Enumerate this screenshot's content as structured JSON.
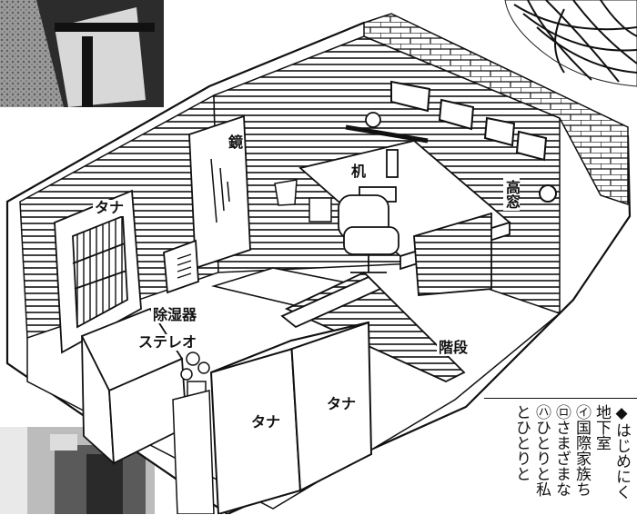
{
  "labels": {
    "mirror": "鏡",
    "desk": "机",
    "shelf_top": "タナ",
    "high_window": "高窓",
    "dehumidifier": "除湿器",
    "stereo": "ステレオ",
    "stairs": "階段",
    "shelf_front": "タナ",
    "shelf_right": "タナ"
  },
  "caption": {
    "lines": [
      "◆はじめにく",
      "地下室",
      "㋑国際家族ち",
      "㋺さまざまな",
      "㋩ひとりと私",
      "とひとりと"
    ]
  },
  "colors": {
    "ink": "#111111",
    "photo_dark": "#3a3a3a",
    "photo_light": "#bdbdbd"
  }
}
